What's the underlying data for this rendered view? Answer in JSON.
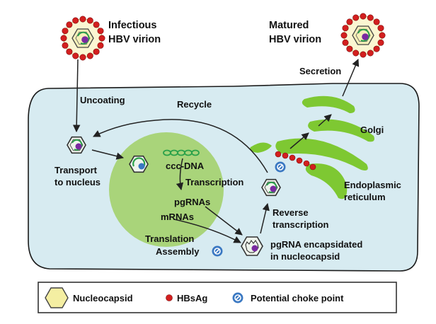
{
  "labels": {
    "infectious_line1": "Infectious",
    "infectious_line2": "HBV virion",
    "matured_line1": "Matured",
    "matured_line2": "HBV virion",
    "secretion": "Secretion",
    "uncoating": "Uncoating",
    "recycle": "Recycle",
    "golgi": "Golgi",
    "transport_line1": "Transport",
    "transport_line2": "to nucleus",
    "ccc_dna": "ccc-DNA",
    "transcription": "Transcription",
    "pgrnas": "pgRNAs",
    "mrnas": "mRNAs",
    "er_line1": "Endoplasmic",
    "er_line2": "reticulum",
    "reverse_line1": "Reverse",
    "reverse_line2": "transcription",
    "translation": "Translation",
    "assembly": "Assembly",
    "pgrna_line1": "pgRNA encapsidated",
    "pgrna_line2": "in nucleocapsid"
  },
  "legend": {
    "nucleocapsid": "Nucleocapsid",
    "hbsag": "HBsAg",
    "choke_point": "Potential choke point"
  },
  "colors": {
    "cell_fill": "#d7ebf1",
    "nucleus_fill": "#a9d47a",
    "golgi_green": "#7ec832",
    "hbsag_red": "#d31f1f",
    "capsid_yellow": "#f4eea2",
    "choke_blue": "#3a78c2"
  }
}
